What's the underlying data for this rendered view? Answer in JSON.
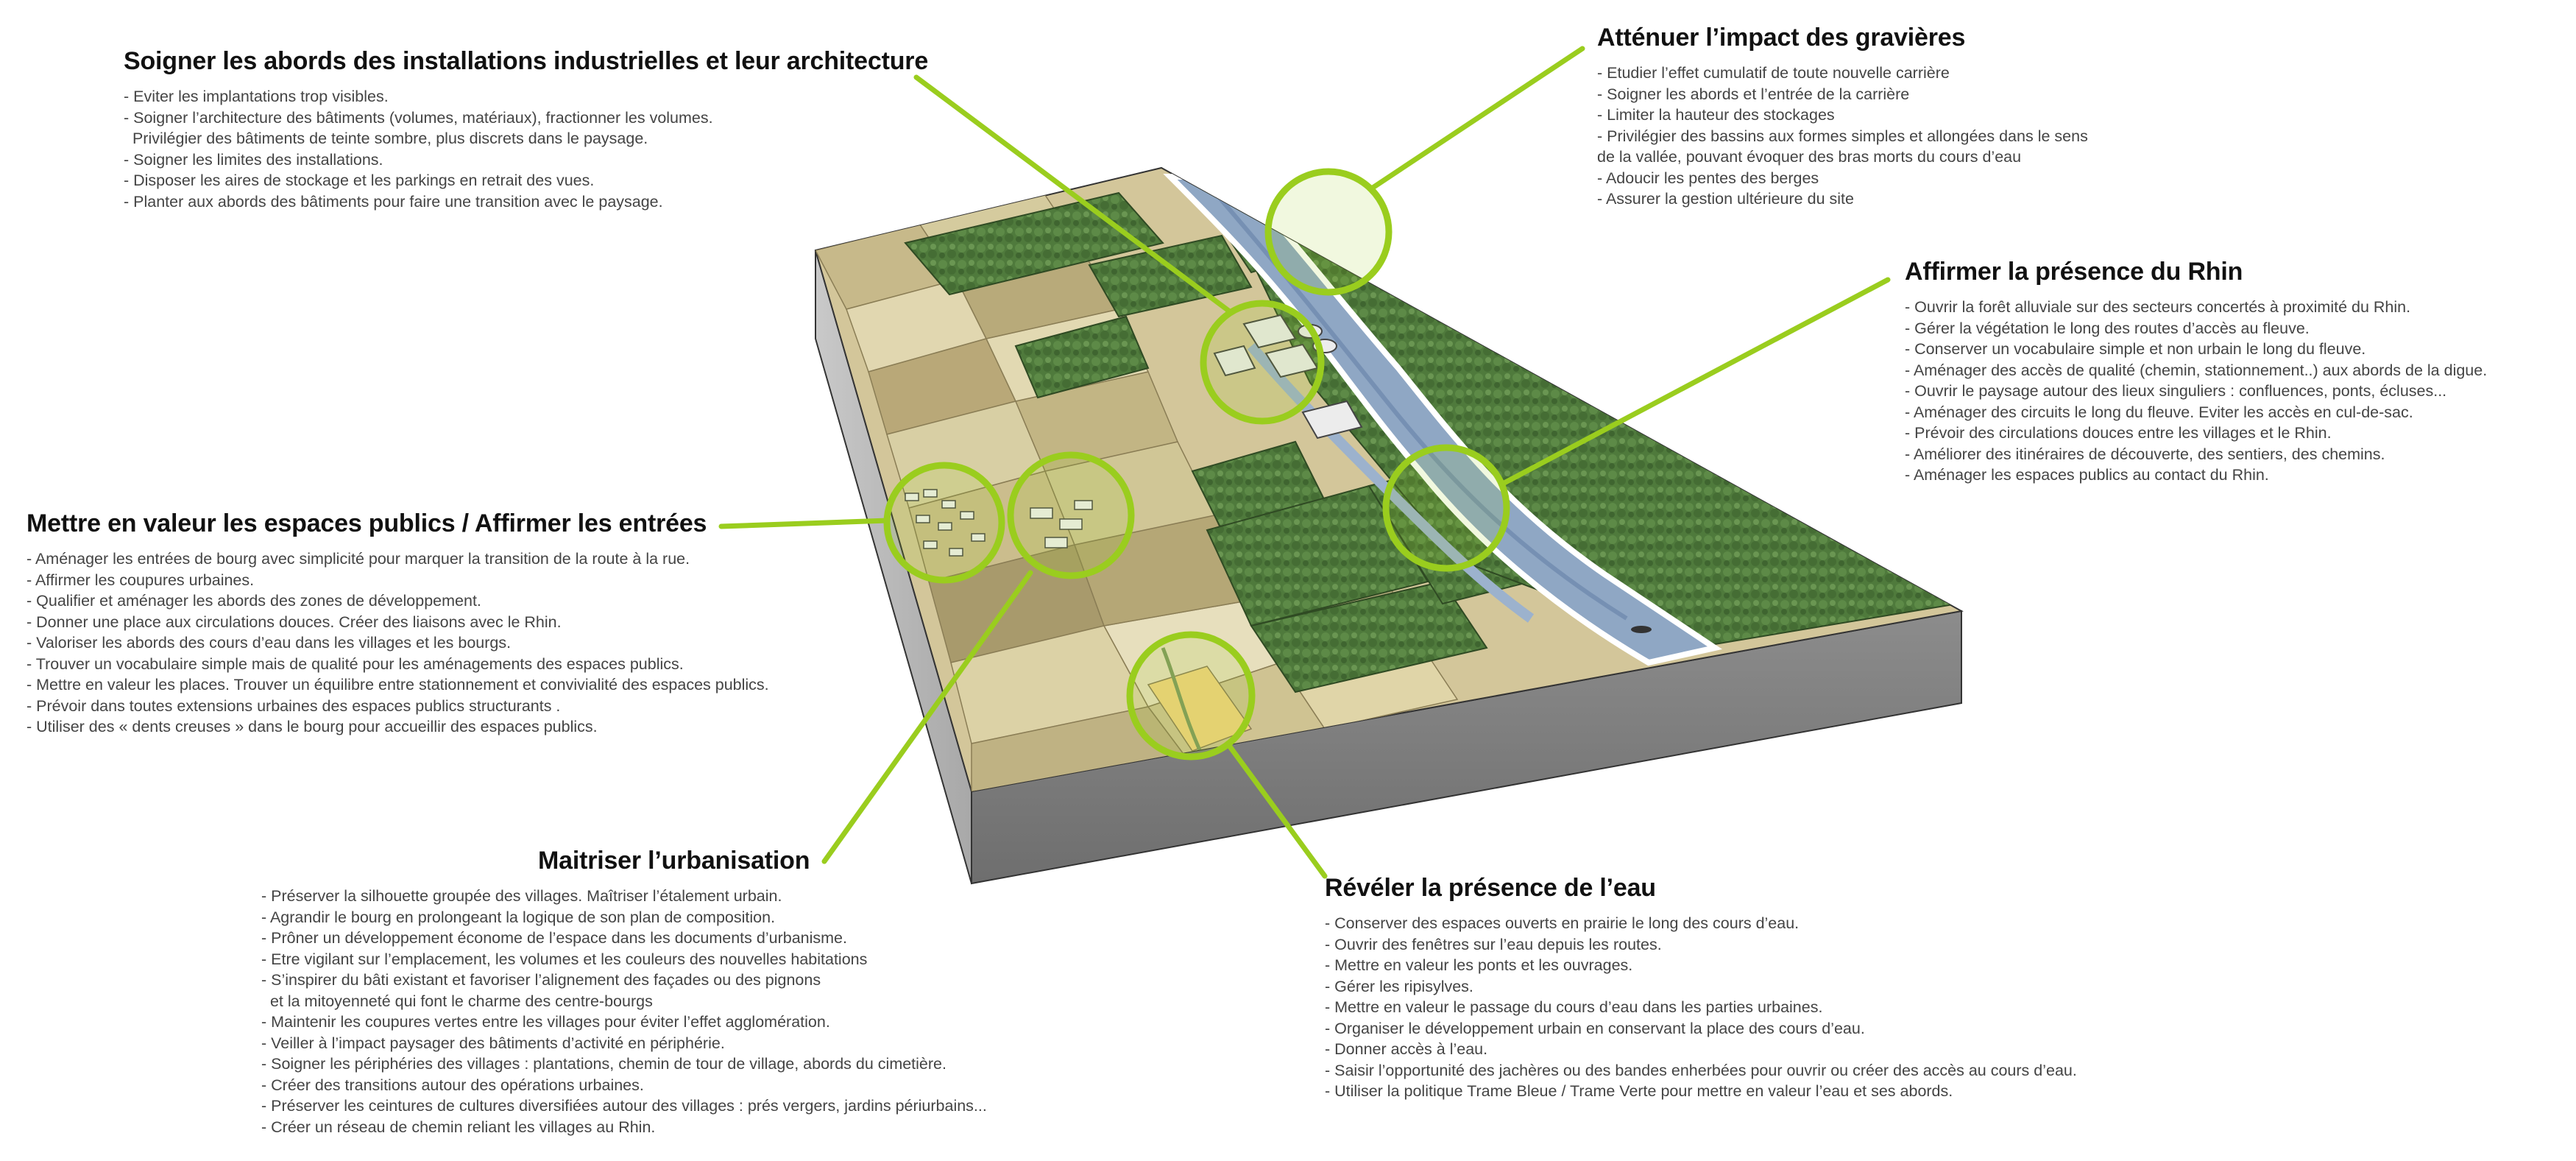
{
  "accent_color": "#9acd1e",
  "blocks": [
    {
      "id": "industrial",
      "title": "Soigner les abords des installations industrielles et leur architecture",
      "items": [
        "- Eviter les implantations trop visibles.",
        "- Soigner l’architecture des bâtiments (volumes, matériaux), fractionner les volumes.",
        "  Privilégier des bâtiments de teinte sombre, plus discrets dans le paysage.",
        "- Soigner les limites des installations.",
        "- Disposer les aires de stockage et les parkings en retrait des vues.",
        "- Planter aux abords des bâtiments pour faire une transition avec le paysage."
      ]
    },
    {
      "id": "gravel",
      "title": "Atténuer l’impact des gravières",
      "items": [
        "- Etudier l’effet cumulatif de toute nouvelle carrière",
        "- Soigner les abords et l’entrée de la carrière",
        "- Limiter la hauteur des stockages",
        "- Privilégier des bassins aux formes simples et allongées dans le sens",
        "de la vallée, pouvant évoquer des bras morts du cours d’eau",
        "- Adoucir les pentes des berges",
        "- Assurer la gestion ultérieure du site"
      ]
    },
    {
      "id": "rhin",
      "title": "Affirmer la présence du Rhin",
      "items": [
        "- Ouvrir la forêt alluviale sur des secteurs concertés à proximité du Rhin.",
        "- Gérer la végétation le long des routes d’accès au fleuve.",
        "- Conserver un vocabulaire simple et non urbain le long du fleuve.",
        "- Aménager des accès de qualité (chemin, stationnement..) aux abords de la digue.",
        "- Ouvrir le paysage autour des lieux singuliers : confluences, ponts, écluses...",
        "- Aménager des circuits le long du fleuve. Eviter les accès en cul-de-sac.",
        "- Prévoir des circulations douces entre les villages et le Rhin.",
        "- Améliorer des itinéraires de découverte, des sentiers, des chemins.",
        "- Aménager les espaces publics au contact du Rhin."
      ]
    },
    {
      "id": "public",
      "title": "Mettre en valeur les espaces publics / Affirmer les entrées",
      "items": [
        "- Aménager les entrées de bourg avec simplicité pour marquer la transition de la route à la rue.",
        "- Affirmer les coupures urbaines.",
        "- Qualifier et aménager les abords des zones de développement.",
        "- Donner une place aux circulations douces. Créer des liaisons avec le Rhin.",
        "- Valoriser les abords des cours d’eau dans les villages et les bourgs.",
        "- Trouver un vocabulaire simple mais de qualité pour les aménagements des espaces publics.",
        "- Mettre en valeur les places. Trouver un équilibre entre stationnement et convivialité des espaces publics.",
        "- Prévoir dans toutes extensions urbaines des espaces publics structurants .",
        "- Utiliser des « dents creuses » dans le bourg pour accueillir des espaces publics."
      ]
    },
    {
      "id": "urban",
      "title": "Maitriser l’urbanisation",
      "items": [
        "- Préserver la silhouette groupée des villages. Maîtriser l’étalement urbain.",
        "- Agrandir le bourg en prolongeant la logique de son plan de composition.",
        "- Prôner un développement économe de l’espace dans les documents d’urbanisme.",
        "- Etre vigilant sur l’emplacement, les volumes et les couleurs des nouvelles habitations",
        "- S’inspirer du bâti existant et favoriser l’alignement des façades ou des pignons",
        "  et la mitoyenneté qui font le charme des centre-bourgs",
        "- Maintenir les coupures vertes entre les villages pour éviter l’effet agglomération.",
        "- Veiller à l’impact paysager des bâtiments d’activité en périphérie.",
        "- Soigner les périphéries des villages : plantations, chemin de tour de village, abords du cimetière.",
        "- Créer des transitions autour des opérations urbaines.",
        "- Préserver les ceintures de cultures diversifiées autour des villages : prés vergers, jardins périurbains...",
        "- Créer un réseau de chemin reliant les villages au Rhin."
      ]
    },
    {
      "id": "water",
      "title": "Révéler la présence de l’eau",
      "items": [
        "- Conserver des espaces ouverts en prairie le long des cours d’eau.",
        "- Ouvrir des fenêtres sur l’eau depuis les routes.",
        "- Mettre en valeur les ponts et les ouvrages.",
        "- Gérer les ripisylves.",
        "- Mettre en valeur le passage du cours d’eau dans les parties urbaines.",
        "- Organiser le développement urbain en conservant la place des cours d’eau.",
        "- Donner accès à l’eau.",
        "- Saisir l’opportunité des jachères ou des bandes enherbées pour ouvrir ou créer des accès au cours d’eau.",
        "- Utiliser la politique Trame Bleue / Trame Verte pour mettre en valeur l’eau et ses abords."
      ]
    }
  ]
}
